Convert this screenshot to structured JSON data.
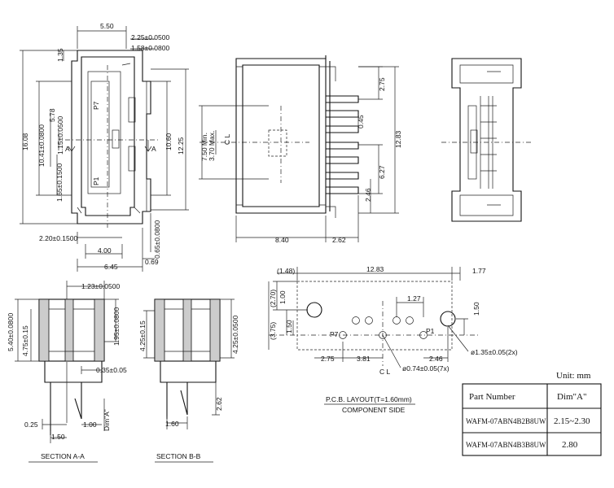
{
  "unit_label": "Unit: mm",
  "top_view": {
    "dims": [
      "5.50",
      "2.25±0.0500",
      "1.58±0.0800",
      "1.35",
      "16.08",
      "10.41±0.0800",
      "5.78",
      "1.15±0.0500",
      "1.65±0.1500",
      "12.25",
      "10.60",
      "2.20±0.1500",
      "4.00",
      "6.45",
      "0.65±0.0800",
      "0.69"
    ],
    "pin_labels": [
      "P7",
      "P1"
    ],
    "section_marks": [
      "A",
      "A"
    ]
  },
  "front_view": {
    "dims": [
      "7.50 Min.",
      "3.70 Max.",
      "8.40",
      "2.62",
      "2.75",
      "0.45",
      "12.83",
      "6.27",
      "2.46"
    ],
    "center_mark": "C L"
  },
  "section_aa": {
    "title": "SECTION A-A",
    "dims": [
      "1.23±0.0500",
      "5.40±0.0800",
      "4.75±0.15",
      "1.95±0.0800",
      "0.35±0.05",
      "0.25",
      "1.50",
      "1.00",
      "Dim\"A\""
    ]
  },
  "section_bb": {
    "title": "SECTION B-B",
    "dims": [
      "4.25±0.15",
      "4.25±0.0500",
      "2.62",
      "1.60"
    ]
  },
  "pcb_layout": {
    "title": "P.C.B. LAYOUT(T=1.60mm)",
    "subtitle": "COMPONENT SIDE",
    "dims": [
      "(1.48)",
      "12.83",
      "1.77",
      "(2.70)",
      "1.00",
      "1.27",
      "1.50",
      "(3.75)",
      "1.50",
      "2.75",
      "3.81",
      "2.46"
    ],
    "pin_labels": [
      "P7",
      "P1"
    ],
    "center_mark": "C L",
    "callouts": [
      "ø1.35±0.05(2x)",
      "ø0.74±0.05(7x)"
    ]
  },
  "table": {
    "headers": [
      "Part Number",
      "Dim\"A\""
    ],
    "rows": [
      {
        "part": "WAFM-07ABN4B2B8UW",
        "dim": "2.15~2.30"
      },
      {
        "part": "WAFM-07ABN4B3B8UW",
        "dim": "2.80"
      }
    ]
  }
}
